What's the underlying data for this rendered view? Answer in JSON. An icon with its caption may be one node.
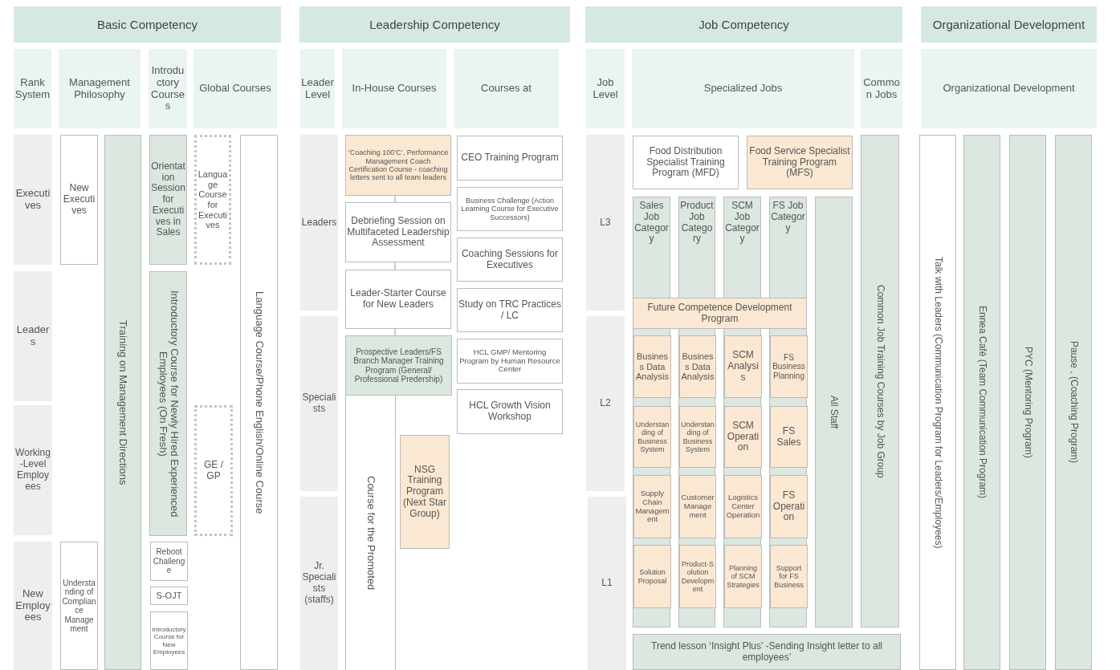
{
  "diagram": {
    "nodes": [
      {
        "text": [
          "Basic Competency"
        ]
      },
      {
        "text": [
          "Leadership Competency"
        ]
      },
      {
        "text": [
          "Job Competency"
        ]
      },
      {
        "text": [
          "Organizational Development"
        ]
      },
      {
        "text": [
          "Rank System"
        ]
      },
      {
        "text": [
          "Management Philosophy"
        ]
      },
      {
        "text": [
          "Introductory Courses"
        ]
      },
      {
        "text": [
          "Global Courses"
        ]
      },
      {
        "text": [
          "Leader Level"
        ]
      },
      {
        "text": [
          "In-House Courses"
        ]
      },
      {
        "text": [
          "Courses at"
        ]
      },
      {
        "text": [
          "Job Level"
        ]
      },
      {
        "text": [
          "Specialized Jobs"
        ]
      },
      {
        "text": [
          "Common Jobs"
        ]
      },
      {
        "text": [
          "Organizational Development"
        ]
      },
      {
        "text": [
          "Executives"
        ]
      },
      {
        "text": [
          "Leaders"
        ]
      },
      {
        "text": [
          "Working-Level Employees"
        ]
      },
      {
        "text": [
          "New Employees"
        ]
      },
      {
        "text": [
          "New Executives"
        ]
      },
      {
        "text": [
          "Understanding of Compliance Management"
        ]
      },
      {
        "text": [
          "Training on Management Directions"
        ]
      },
      {
        "text": [
          "Orientation Session for Executives in Sales"
        ]
      },
      {
        "text": [
          "Introductory Course for Newly Hired Experienced Employees (On Fresh)"
        ]
      },
      {
        "text": [
          "Reboot Challenge"
        ]
      },
      {
        "text": [
          "S-OJT"
        ]
      },
      {
        "text": [
          "Introductory Course for New Employees"
        ]
      },
      {
        "text": [
          "Language Course for Executives"
        ]
      },
      {
        "text": [
          "GE / GP"
        ]
      },
      {
        "text": [
          "Language Course/Phone English/Online Course"
        ]
      },
      {
        "text": [
          "Leaders"
        ]
      },
      {
        "text": [
          "Specialists"
        ]
      },
      {
        "text": [
          "Jr. Specialists (staffs)"
        ]
      },
      {
        "text": [
          "‘Coaching 100’C’, Performance Management Coach Certification Course - coaching letters sent to all team leaders"
        ]
      },
      {
        "text": [
          "Debriefing Session on Multifaceted Leadership Assessment"
        ]
      },
      {
        "text": [
          "Leader-Starter Course for New Leaders"
        ]
      },
      {
        "text": [
          "Prospective Leaders/FS Branch Manager Training Program (General/ Professional Predership)"
        ]
      },
      {
        "text": [
          "Course for the Promoted"
        ]
      },
      {
        "text": [
          "NSG Training Program (Next Star Group)"
        ]
      },
      {
        "text": [
          "CEO Training Program"
        ]
      },
      {
        "text": [
          "Business Challenge (Action Learning Course for Executive Successors)"
        ]
      },
      {
        "text": [
          "Coaching Sessions for Executives"
        ]
      },
      {
        "text": [
          "Study on TRC Practices / LC"
        ]
      },
      {
        "text": [
          "HCL GMP/ Mentoring Program by Human Resource Center"
        ]
      },
      {
        "text": [
          "HCL Growth Vision Workshop"
        ]
      },
      {
        "text": [
          "L3"
        ]
      },
      {
        "text": [
          "L2"
        ]
      },
      {
        "text": [
          "L1"
        ]
      },
      {
        "text": [
          "Food Distribution Specialist Training Program (MFD)"
        ]
      },
      {
        "text": [
          "Food Service Specialist Training Program (MFS)"
        ]
      },
      {
        "text": [
          "Sales Job Category"
        ]
      },
      {
        "text": [
          "Product Job Category"
        ]
      },
      {
        "text": [
          "SCM Job Category"
        ]
      },
      {
        "text": [
          "FS Job Category"
        ]
      },
      {
        "text": [
          "Future Competence Development Program"
        ]
      },
      {
        "text": [
          "Business Data Analysis"
        ],
        "in": 50
      },
      {
        "text": [
          "Understanding of Business System"
        ],
        "in": 50
      },
      {
        "text": [
          "Supply Chain Management"
        ],
        "in": 50
      },
      {
        "text": [
          "Solution Proposal"
        ],
        "in": 50
      },
      {
        "text": [
          "Business Data Analysis"
        ],
        "in": 51
      },
      {
        "text": [
          "Understanding of Business System"
        ],
        "in": 51
      },
      {
        "text": [
          "Customer Management"
        ],
        "in": 51
      },
      {
        "text": [
          "Product·Solution Development"
        ],
        "in": 51
      },
      {
        "text": [
          "SCM Analysis"
        ],
        "in": 52
      },
      {
        "text": [
          "SCM Operation"
        ],
        "in": 52
      },
      {
        "text": [
          "Logistics Center Operation"
        ],
        "in": 52
      },
      {
        "text": [
          "Planning of SCM Strategies"
        ],
        "in": 52
      },
      {
        "text": [
          "FS Business Planning"
        ],
        "in": 53
      },
      {
        "text": [
          "FS Sales"
        ],
        "in": 53
      },
      {
        "text": [
          "FS Operation"
        ],
        "in": 53
      },
      {
        "text": [
          "Support for FS Business"
        ],
        "in": 53
      },
      {
        "text": [
          "All Staff"
        ]
      },
      {
        "text": [
          "Common Job Training Courses by Job Group"
        ]
      },
      {
        "text": [
          "Trend lesson ‘Insight Plus’ -Sending Insight letter to all employees’"
        ]
      },
      {
        "text": [
          "Talk with Leaders (Communication Program for Leaders/Employees)"
        ]
      },
      {
        "text": [
          "Ennea Café (Team Communication Program)"
        ]
      },
      {
        "text": [
          "PYC (Mentoring Program)"
        ]
      },
      {
        "text": [
          "Pause , (Coaching Program)"
        ]
      }
    ],
    "edges": [
      {
        "from": 33,
        "to": 34,
        "arrow": "none"
      },
      {
        "from": 34,
        "to": 35,
        "arrow": "none"
      },
      {
        "from": 35,
        "to": 36,
        "arrow": "none"
      }
    ]
  }
}
